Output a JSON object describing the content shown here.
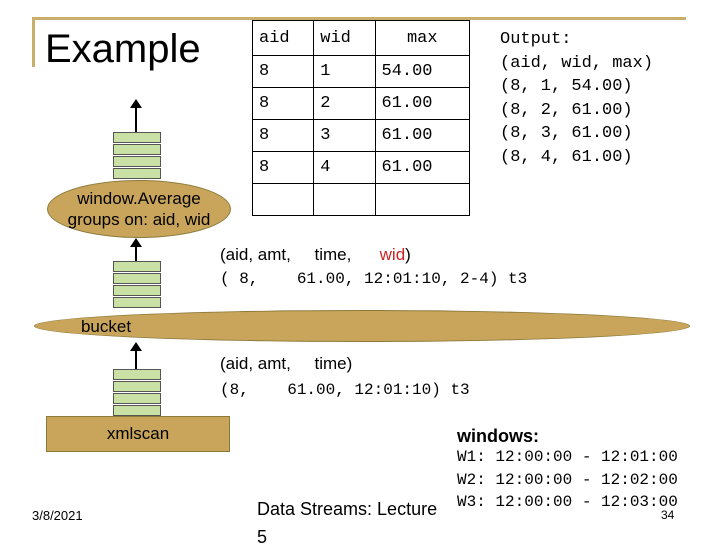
{
  "slide": {
    "title": "Example",
    "date": "3/8/2021",
    "footer_line1": "Data Streams: Lecture",
    "footer_line2": "5",
    "page_number": "34"
  },
  "table": {
    "headers": [
      "aid",
      "wid",
      "max"
    ],
    "rows": [
      [
        "8",
        "1",
        "54.00"
      ],
      [
        "8",
        "2",
        "61.00"
      ],
      [
        "8",
        "3",
        "61.00"
      ],
      [
        "8",
        "4",
        "61.00"
      ],
      [
        "",
        "",
        ""
      ]
    ]
  },
  "output": {
    "label": "Output:",
    "schema": "(aid, wid, max)",
    "rows": [
      "(8, 1, 54.00)",
      "(8, 2, 61.00)",
      "(8, 3, 61.00)",
      "(8, 4, 61.00)"
    ]
  },
  "operators": {
    "window_average": "window.Average\ngroups on: aid, wid",
    "bucket": "bucket",
    "xmlscan": "xmlscan"
  },
  "upper_stream": {
    "header_prefix": "(aid, amt,     time,      ",
    "header_wid": "wid",
    "header_suffix": ")",
    "tuple": "( 8,    61.00, 12:01:10, 2-4) t3"
  },
  "lower_stream": {
    "header": "(aid, amt,     time)",
    "tuple": "(8,    61.00, 12:01:10) t3"
  },
  "windows": {
    "title": "windows:",
    "items": [
      "W1: 12:00:00 - 12:01:00",
      "W2: 12:00:00 - 12:02:00",
      "W3: 12:00:00 - 12:03:00"
    ]
  }
}
